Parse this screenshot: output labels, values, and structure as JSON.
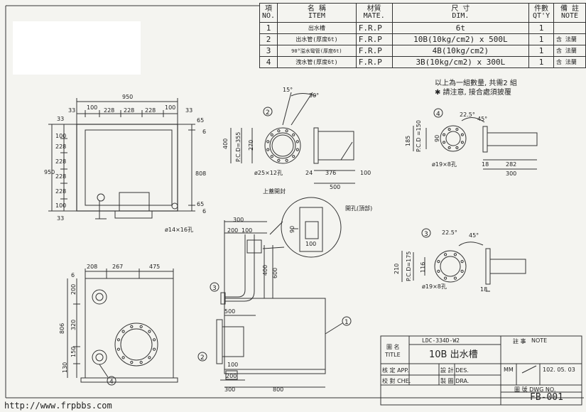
{
  "bom": {
    "headers": {
      "no": [
        "項",
        "NO."
      ],
      "item": [
        "名 稱",
        "ITEM"
      ],
      "mate": [
        "材質",
        "MATE."
      ],
      "dim": [
        "尺 寸",
        "DIM."
      ],
      "qty": [
        "件數",
        "QT'Y"
      ],
      "note": [
        "備 註",
        "NOTE"
      ]
    },
    "rows": [
      {
        "no": "1",
        "item": "出水槽",
        "mate": "F.R.P",
        "dim": "6t",
        "qty": "1",
        "note": ""
      },
      {
        "no": "2",
        "item": "出水管(厚度6t)",
        "mate": "F.R.P",
        "dim": "10B(10kg/cm2) x 500L",
        "qty": "1",
        "note": "含 法蘭"
      },
      {
        "no": "3",
        "item": "90°溢水彎管(厚度6t)",
        "mate": "F.R.P",
        "dim": "4B(10kg/cm2)",
        "qty": "1",
        "note": "含 法蘭"
      },
      {
        "no": "4",
        "item": "洩水管(厚度6t)",
        "mate": "F.R.P",
        "dim": "3B(10kg/cm2) x 300L",
        "qty": "1",
        "note": "含 法蘭"
      }
    ]
  },
  "notes": [
    "以上為一組數量, 共需2 組",
    "✱ 請注意, 接合處須披覆"
  ],
  "url": "http://www.frpbbs.com",
  "title_block": {
    "title_label": "圖 名",
    "title_label_en": "TITLE",
    "drawing_ref": "LDC-334D-W2",
    "title": "10B 出水槽",
    "note_label": "註 事",
    "note_label_en": "NOTE",
    "app": "核 定 APP.",
    "des": "設 計 DES.",
    "che": "校 對 CHE.",
    "dra": "製 圖 DRA.",
    "mm": "MM",
    "date": "102. 05. 03",
    "dwg_label": "圖 號 DWG NO.",
    "dwg_no": "FB-001"
  },
  "dims": {
    "w950": "950",
    "d100a": "100",
    "d228a": "228",
    "d228b": "228",
    "d228c": "228",
    "d100b": "100",
    "d33a": "33",
    "d33b": "33",
    "d65a": "65",
    "d6a": "6",
    "d808": "808",
    "d65b": "65",
    "d6b": "6",
    "h950": "950",
    "v100a": "100",
    "v228a": "228",
    "v228b": "228",
    "v228c": "228",
    "v228d": "228",
    "v100b": "100",
    "v33a": "33",
    "v33b": "33",
    "holes14": "ø14×16孔",
    "ang15": "15°",
    "ang30": "30°",
    "d400": "400",
    "pcd355": "P.C.D=355",
    "d270": "270",
    "holes25": "ø25×12孔",
    "d24": "24",
    "d376": "376",
    "d100c": "100",
    "d500": "500",
    "ang225a": "22.5°",
    "ang45a": "45°",
    "d185": "185",
    "pcd150": "P.C.D =150",
    "d90a": "90",
    "holes19a": "ø19×8孔",
    "d18a": "18",
    "d282": "282",
    "d300a": "300",
    "lid_label": "上蓋開封",
    "open_label": "開孔(頂部)",
    "d90b": "90",
    "d100d": "100",
    "d300b": "300",
    "d200": "200",
    "d100e": "100",
    "d400b": "400",
    "d600": "600",
    "d500b": "500",
    "d100f": "100",
    "d200b": "200",
    "d300c": "300",
    "d800": "800",
    "d208": "208",
    "d267": "267",
    "d475": "475",
    "d6c": "6",
    "d200c": "200",
    "d320": "320",
    "d806": "806",
    "d150": "150",
    "d130": "130",
    "ang225b": "22.5°",
    "ang45b": "45°",
    "d210": "210",
    "pcd175": "P.C.D=175",
    "d116": "116",
    "holes19b": "ø19×8孔",
    "d18b": "18"
  },
  "callouts": {
    "c1": "1",
    "c2a": "2",
    "c2b": "2",
    "c3a": "3",
    "c3b": "3",
    "c4a": "4",
    "c4b": "4"
  }
}
